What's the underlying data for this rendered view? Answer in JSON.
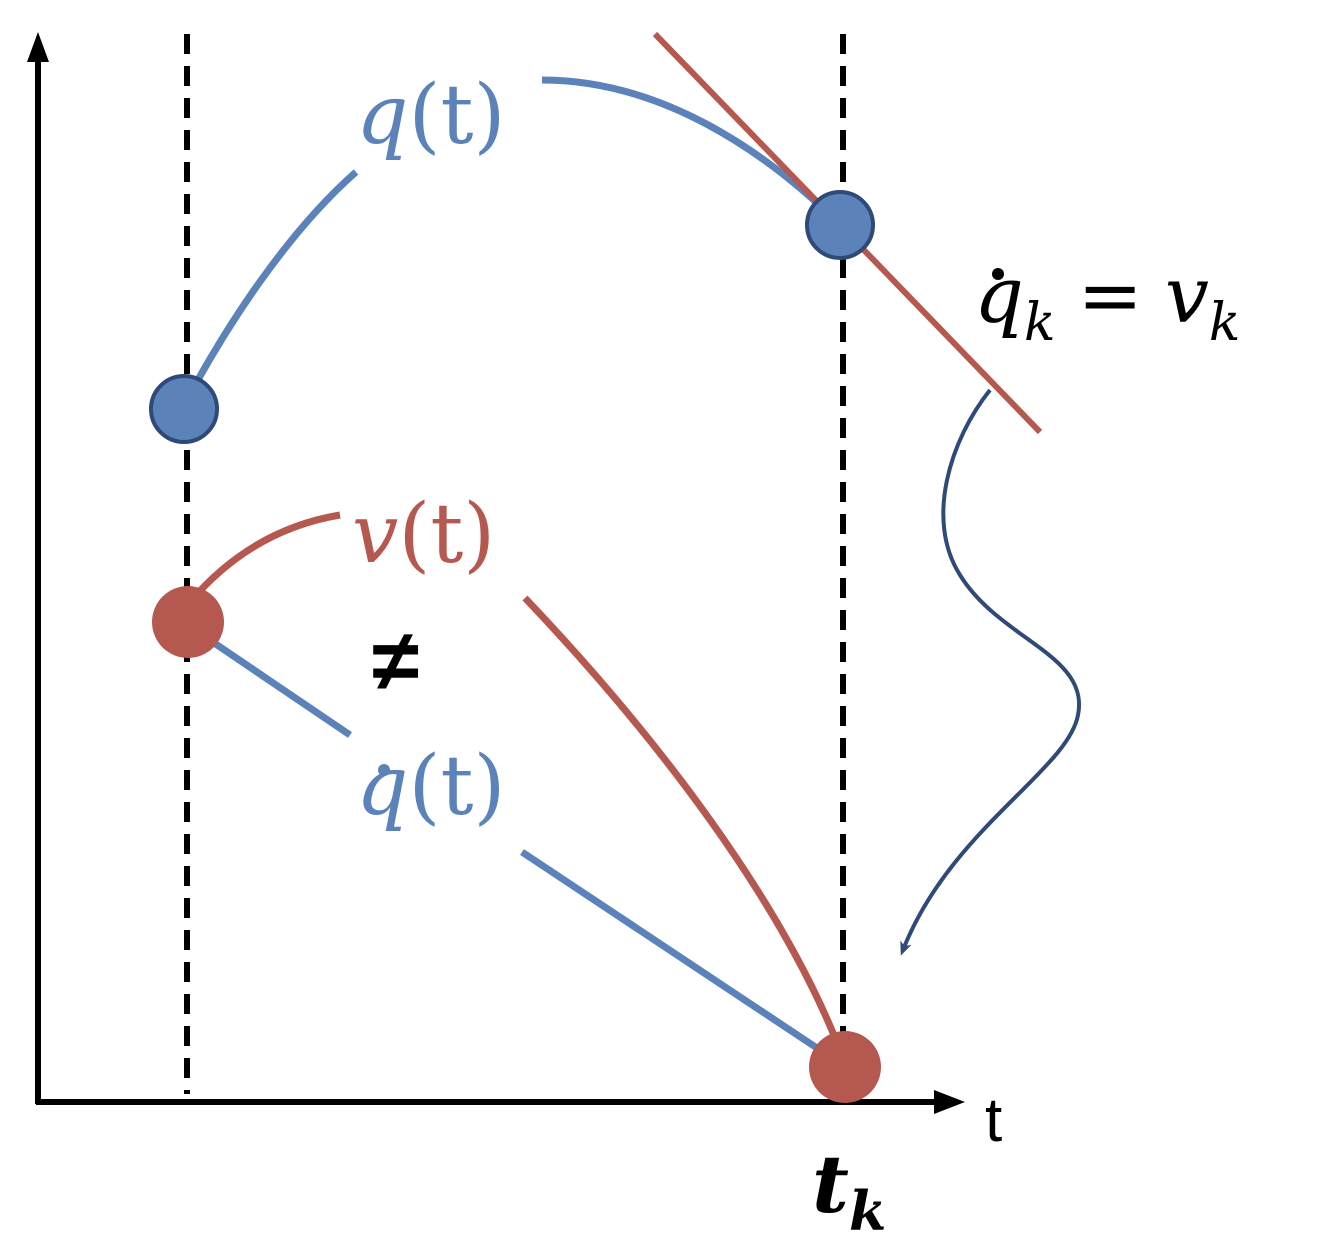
{
  "axes": {
    "x_axis_label": "t",
    "tick_label": {
      "base": "t",
      "sub": "k"
    }
  },
  "labels": {
    "position": {
      "name": "q",
      "arg": "(t)"
    },
    "velocity": {
      "name": "v",
      "arg": "(t)"
    },
    "position_derivative": {
      "name": "q",
      "arg": "(t)"
    },
    "not_equal_symbol": "≠",
    "constraint": {
      "lhs": "q",
      "lhs_sub": "k",
      "eq": "=",
      "rhs": "v",
      "rhs_sub": "k"
    }
  },
  "colors": {
    "blue": "#5b82b9",
    "blue_dark": "#2f4a78",
    "red": "#b5584f",
    "red_dark": "#9a463e",
    "black": "#000000",
    "white": "#ffffff"
  }
}
